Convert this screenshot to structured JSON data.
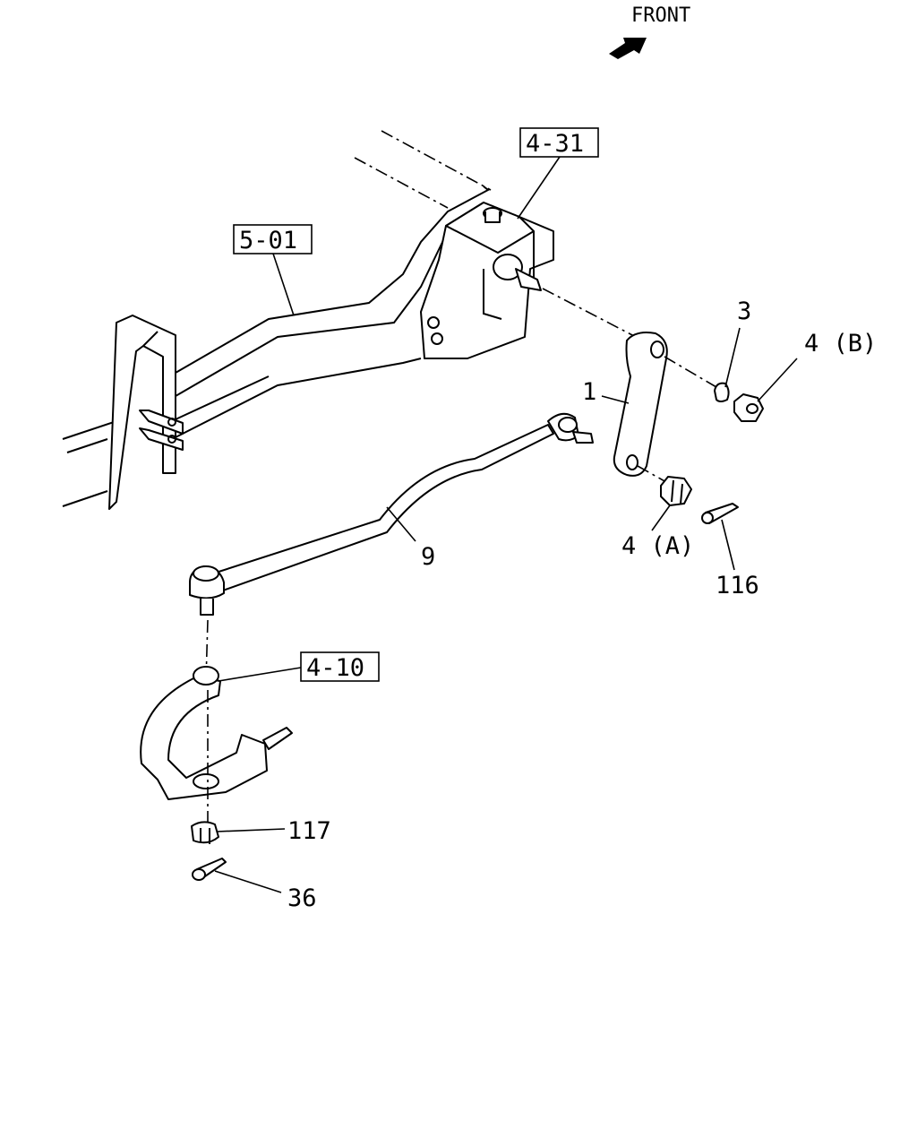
{
  "orientation": {
    "text": "FRONT"
  },
  "callouts": {
    "steering_gear_ref": "4-31",
    "frame_ref": "5-01",
    "knuckle_ref": "4-10",
    "pitman_arm": "1",
    "washer": "3",
    "nut_b": "4 (B)",
    "nut_a": "4 (A)",
    "cotter_pin_a": "116",
    "drag_link": "9",
    "knuckle_nut": "117",
    "cotter_pin_b": "36"
  },
  "colors": {
    "line": "#000000",
    "background": "#ffffff"
  }
}
